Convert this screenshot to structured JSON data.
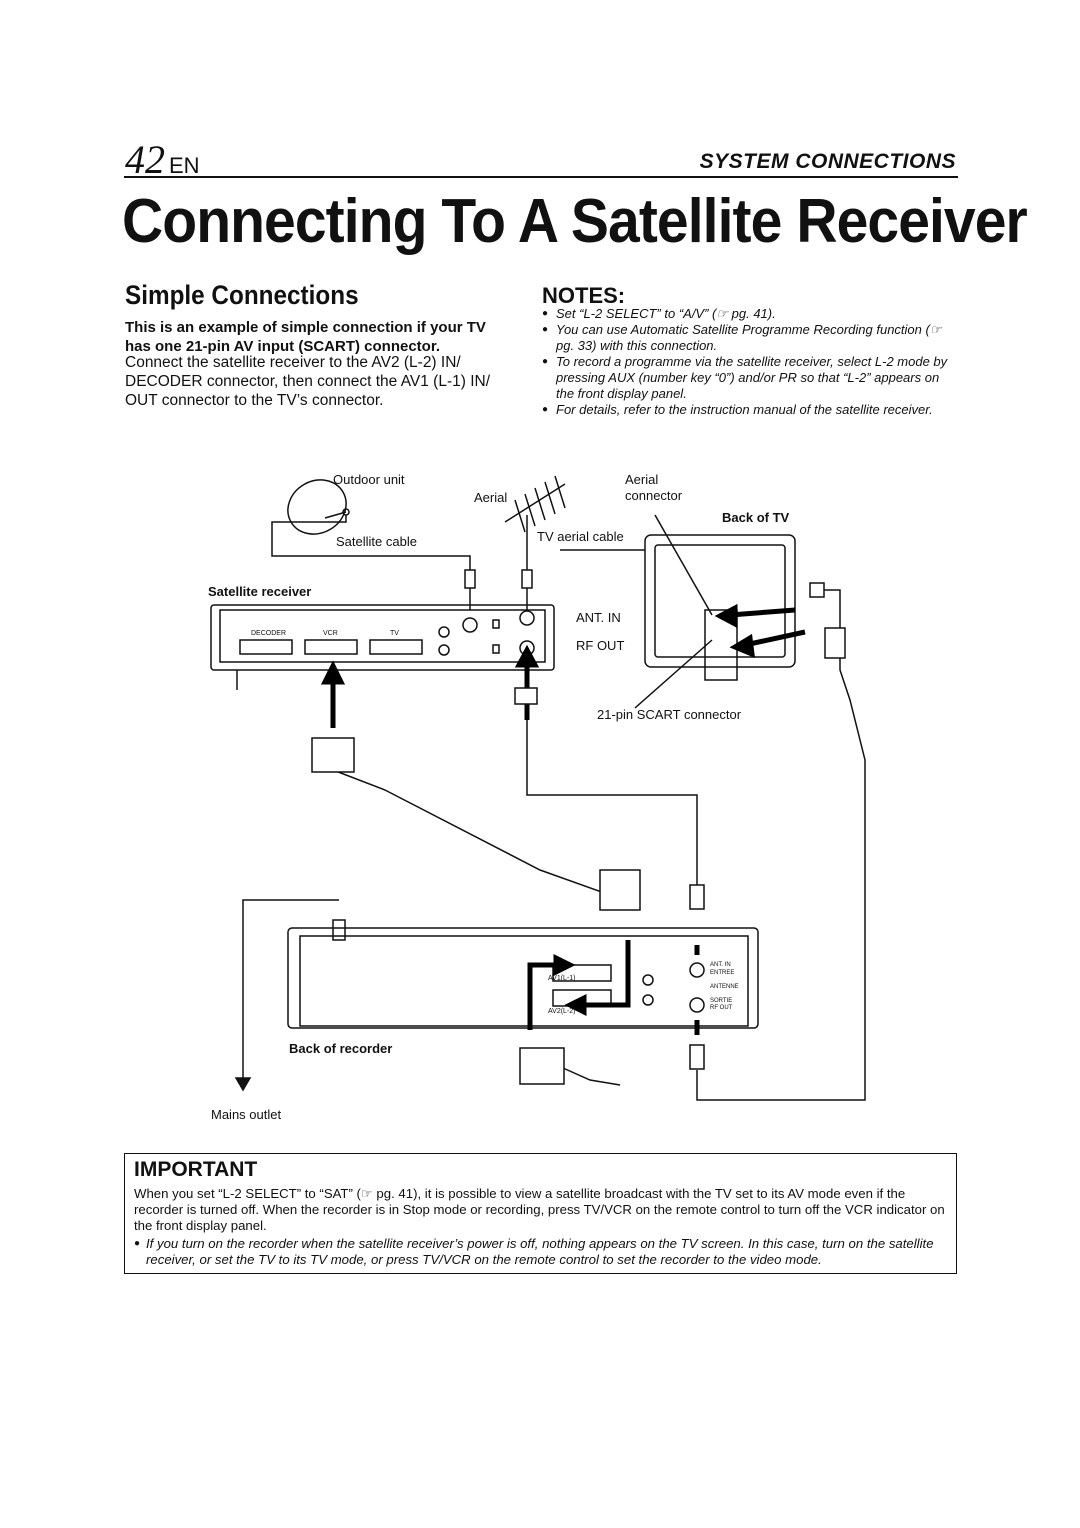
{
  "header": {
    "page_number": "42",
    "page_lang": "EN",
    "section": "SYSTEM CONNECTIONS"
  },
  "title": "Connecting To A Satellite Receiver",
  "subhead": "Simple Connections",
  "intro": {
    "bold": "This is an example of simple connection if your TV has one 21-pin AV input (SCART) connector.",
    "body": "Connect the satellite receiver to the AV2 (L-2) IN/ DECODER connector, then connect the AV1 (L-1) IN/ OUT connector to the TV’s connector."
  },
  "notes": {
    "heading": "NOTES:",
    "items": [
      "Set “L-2 SELECT” to “A/V” (☞ pg. 41).",
      "You can use Automatic Satellite Programme Recording function (☞ pg. 33) with this connection.",
      "To record a programme via the satellite receiver, select L-2 mode by pressing AUX (number key “0”) and/or PR so that “L-2” appears on the front display panel.",
      "For details, refer to the instruction manual of the satellite receiver."
    ]
  },
  "diagram": {
    "outdoor_unit": "Outdoor unit",
    "aerial": "Aerial",
    "aerial_connector_1": "Aerial",
    "aerial_connector_2": "connector",
    "back_of_tv": "Back of TV",
    "satellite_cable": "Satellite cable",
    "tv_aerial_cable": "TV aerial cable",
    "satellite_receiver": "Satellite receiver",
    "ant_in": "ANT. IN",
    "rf_out": "RF OUT",
    "scart_connector": "21-pin SCART connector",
    "rx_decoder": "DECODER",
    "rx_vcr": "VCR",
    "rx_tv": "TV",
    "back_of_recorder": "Back of recorder",
    "mains_outlet": "Mains outlet",
    "rec_av1": "AV1(L-1)",
    "rec_av2": "AV2(L-2)",
    "rec_antenne": "ANTENNE",
    "rec_ant_in": "ANT. IN",
    "rec_entree": "ENTREE",
    "rec_sortie": "SORTIE",
    "rec_rf_out": "RF OUT"
  },
  "important": {
    "heading": "IMPORTANT",
    "body": "When you set “L-2 SELECT” to “SAT” (☞ pg. 41), it is possible to view a satellite broadcast with the TV set to its AV mode even if the recorder is turned off. When the recorder is in Stop mode or recording, press TV/VCR on the remote control to turn off the VCR indicator on the front display panel.",
    "bullet": "If you turn on the recorder when the satellite receiver’s power is off, nothing appears on the TV screen. In this case, turn on the satellite receiver, or set the TV to its TV mode, or press TV/VCR on the remote control to set the recorder to the video mode."
  }
}
